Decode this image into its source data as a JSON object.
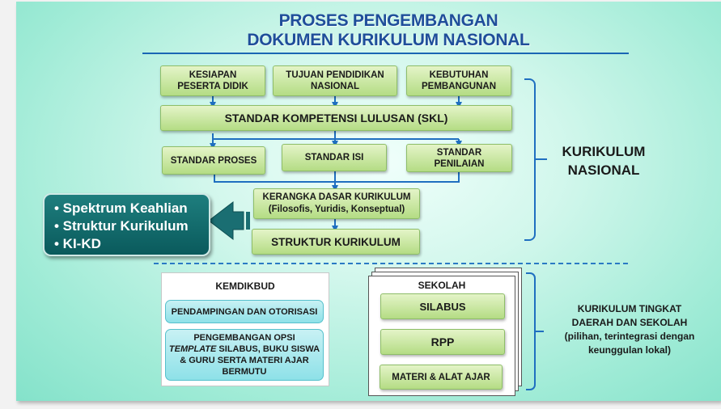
{
  "title": {
    "line1": "PROSES PENGEMBANGAN",
    "line2": "DOKUMEN KURIKULUM NASIONAL"
  },
  "inputs": {
    "kesiapan": [
      "KESIAPAN",
      "PESERTA DIDIK"
    ],
    "tujuan": [
      "TUJUAN PENDIDIKAN",
      "NASIONAL"
    ],
    "kebutuhan": [
      "KEBUTUHAN",
      "PEMBANGUNAN"
    ]
  },
  "skl": "STANDAR KOMPETENSI LULUSAN (SKL)",
  "standar": {
    "proses": "STANDAR PROSES",
    "isi": "STANDAR ISI",
    "penilaian": [
      "STANDAR",
      "PENILAIAN"
    ]
  },
  "kerangka": {
    "line1": "KERANGKA  DASAR KURIKULUM",
    "line2": "(Filosofis,  Yuridis,  Konseptual)"
  },
  "struktur": "STRUKTUR  KURIKULUM",
  "kurikulum_nasional": [
    "KURIKULUM",
    "NASIONAL"
  ],
  "bullets": [
    "• Spektrum Keahlian",
    "• Struktur Kurikulum",
    "• KI-KD"
  ],
  "kemdikbud": {
    "label": "KEMDIKBUD",
    "item1": "PENDAMPINGAN DAN OTORISASI",
    "item2": [
      "PENGEMBANGAN OPSI",
      "SILABUS, BUKU SISWA",
      "& GURU SERTA MATERI AJAR",
      "BERMUTU"
    ],
    "item2_italic": "TEMPLATE"
  },
  "sekolah": {
    "label": "SEKOLAH",
    "silabus": "SILABUS",
    "rpp": "RPP",
    "materi": "MATERI  &  ALAT AJAR"
  },
  "daerah": [
    "KURIKULUM TINGKAT",
    "DAERAH DAN SEKOLAH",
    "(pilihan, terintegrasi dengan",
    "keunggulan lokal)"
  ]
}
